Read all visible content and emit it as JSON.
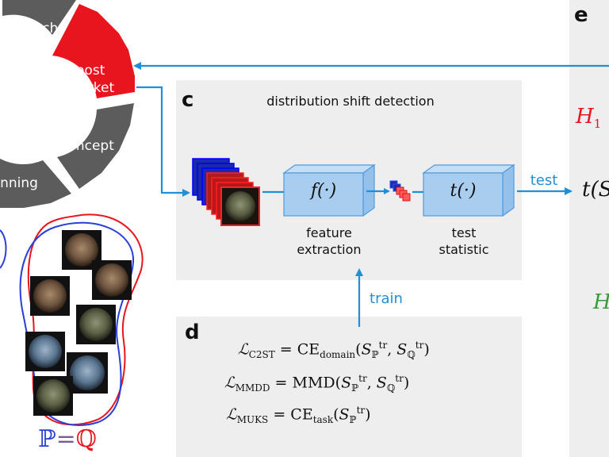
{
  "wheel": {
    "segments": [
      "launch",
      "post market",
      "concept",
      "nning"
    ],
    "highlight_color": "#e8141e",
    "segment_color": "#5c5c5c"
  },
  "panel_c": {
    "letter": "c",
    "title": "distribution shift detection",
    "feature_func": "f(·)",
    "feature_label": "feature extraction",
    "test_func": "t(·)",
    "test_label": "test statistic",
    "test_arrow_label": "test"
  },
  "panel_d": {
    "letter": "d",
    "train_label": "train",
    "eq1": "ℒC2ST = CEdomain(SℙTR, SℚTR)",
    "eq2": "ℒMMDD = MMD(SℙTR, SℚTR)",
    "eq3": "ℒMUKS = CEtask(SℙTR)"
  },
  "panel_e": {
    "letter": "e",
    "h1": "H1",
    "h1_sub": "1",
    "h0": "H",
    "t_partial": "t(S"
  },
  "sets": {
    "label": "ℙ=ℚ",
    "p_color": "#2a3fd8",
    "q_color": "#e8141e"
  },
  "colors": {
    "arrow_blue": "#1f8fd8",
    "panel_gray": "#eeeeee",
    "box_blue": "#a8cdef"
  }
}
